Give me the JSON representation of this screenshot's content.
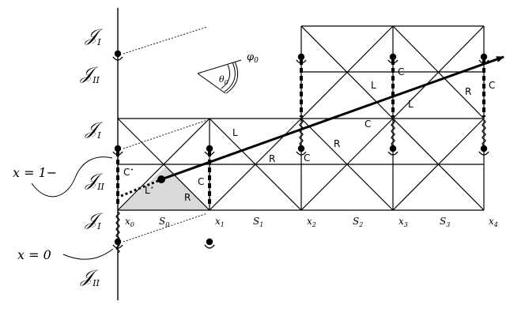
{
  "figure": {
    "interval_labels": {
      "scri_I": "𝒥",
      "scri_II": "𝒥",
      "sub_I": "I",
      "sub_II": "II"
    },
    "points": {
      "x0": {
        "main": "x",
        "sub": "0"
      },
      "x1": {
        "main": "x",
        "sub": "1"
      },
      "x2": {
        "main": "x",
        "sub": "2"
      },
      "x3": {
        "main": "x",
        "sub": "3"
      },
      "x4": {
        "main": "x",
        "sub": "4"
      }
    },
    "segments": {
      "S0": {
        "main": "S",
        "sub": "0"
      },
      "S1": {
        "main": "S",
        "sub": "1"
      },
      "S2": {
        "main": "S",
        "sub": "2"
      },
      "S3": {
        "main": "S",
        "sub": "3"
      }
    },
    "angles": {
      "theta": {
        "main": "θ",
        "sub": "0"
      },
      "phi": {
        "main": "φ",
        "sub": "0"
      }
    },
    "callouts": {
      "x_one_minus": "x = 1−",
      "x_zero": "x = 0"
    },
    "region_labels": {
      "c_star": "C",
      "l_star": "L",
      "star": "⋆",
      "C": "C",
      "L": "L",
      "R": "R"
    }
  }
}
